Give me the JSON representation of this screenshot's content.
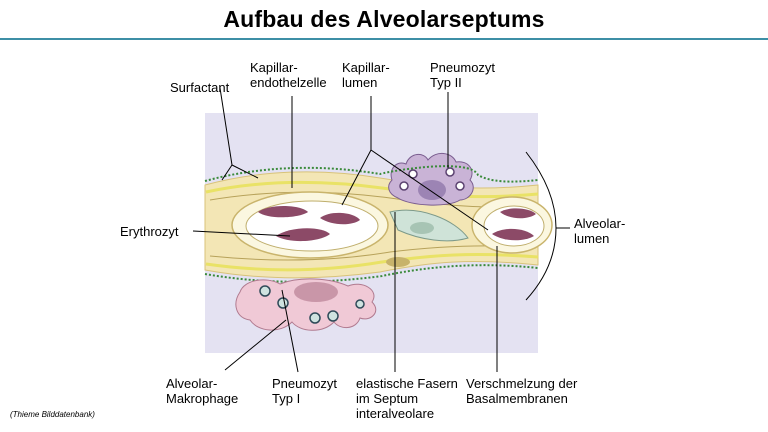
{
  "title": "Aufbau des Alveolarseptums",
  "labels": {
    "surfactant": "Surfactant",
    "endothel_1": "Kapillar-",
    "endothel_2": "endothelzelle",
    "lumen_1": "Kapillar-",
    "lumen_2": "lumen",
    "pneumo2_1": "Pneumozyt",
    "pneumo2_2": "Typ II",
    "erythrozyt": "Erythrozyt",
    "alveolar_1": "Alveolar-",
    "alveolar_2": "lumen",
    "makro_1": "Alveolar-",
    "makro_2": "Makrophage",
    "pneumo1_1": "Pneumozyt",
    "pneumo1_2": "Typ I",
    "fasern_1": "elastische Fasern",
    "fasern_2": "im Septum",
    "fasern_3": "interalveolare",
    "basal_1": "Verschmelzung der",
    "basal_2": "Basalmembranen"
  },
  "credit": "(Thieme Bilddatenbank)",
  "colors": {
    "background_panel": "#e4e2f2",
    "septum": "#f3e6b5",
    "endothel": "#fbf7e0",
    "membrane": "#e9e266",
    "pneumozyt_2": "#c9b3d6",
    "makrophage": "#f0c9d6",
    "erythrocyte": "#8c4a67",
    "surfactant": "#3a8a3a",
    "rule": "#3d8fa6"
  }
}
